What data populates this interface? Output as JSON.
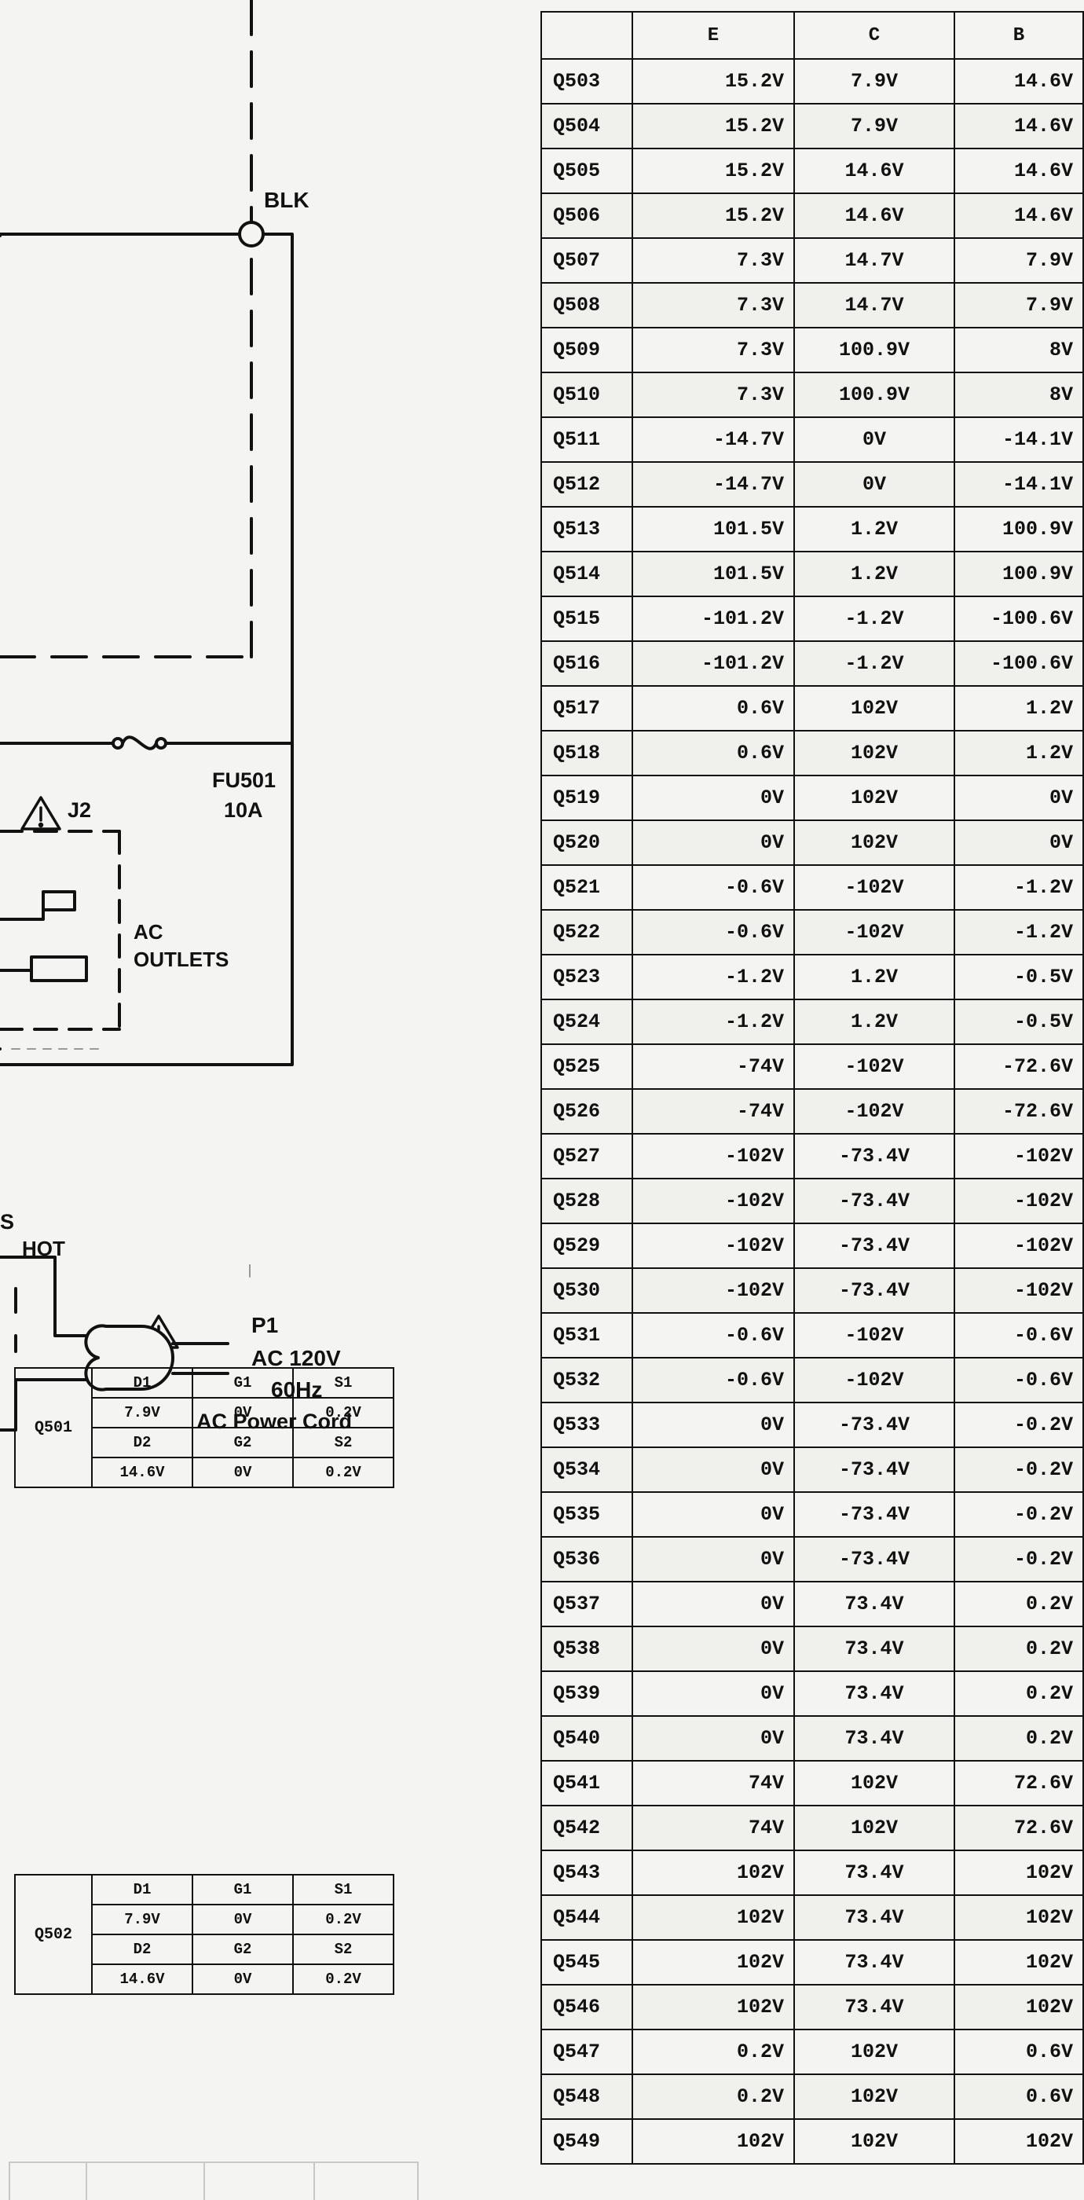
{
  "schematic": {
    "blk": "BLK",
    "fuse_ref": "FU501",
    "fuse_rating": "10A",
    "jack_ref": "J2",
    "outlets_line1": "AC",
    "outlets_line2": "OUTLETS",
    "ts_fragment": "S",
    "hot": "HOT",
    "plug_ref": "P1",
    "plug_voltage": "AC 120V",
    "plug_freq": "60Hz",
    "power_cord": "AC Power Cord"
  },
  "voltage_table": {
    "headers": [
      "",
      "E",
      "C",
      "B"
    ],
    "rows": [
      [
        "Q503",
        "15.2V",
        "7.9V",
        "14.6V"
      ],
      [
        "Q504",
        "15.2V",
        "7.9V",
        "14.6V"
      ],
      [
        "Q505",
        "15.2V",
        "14.6V",
        "14.6V"
      ],
      [
        "Q506",
        "15.2V",
        "14.6V",
        "14.6V"
      ],
      [
        "Q507",
        "7.3V",
        "14.7V",
        "7.9V"
      ],
      [
        "Q508",
        "7.3V",
        "14.7V",
        "7.9V"
      ],
      [
        "Q509",
        "7.3V",
        "100.9V",
        "8V"
      ],
      [
        "Q510",
        "7.3V",
        "100.9V",
        "8V"
      ],
      [
        "Q511",
        "-14.7V",
        "0V",
        "-14.1V"
      ],
      [
        "Q512",
        "-14.7V",
        "0V",
        "-14.1V"
      ],
      [
        "Q513",
        "101.5V",
        "1.2V",
        "100.9V"
      ],
      [
        "Q514",
        "101.5V",
        "1.2V",
        "100.9V"
      ],
      [
        "Q515",
        "-101.2V",
        "-1.2V",
        "-100.6V"
      ],
      [
        "Q516",
        "-101.2V",
        "-1.2V",
        "-100.6V"
      ],
      [
        "Q517",
        "0.6V",
        "102V",
        "1.2V"
      ],
      [
        "Q518",
        "0.6V",
        "102V",
        "1.2V"
      ],
      [
        "Q519",
        "0V",
        "102V",
        "0V"
      ],
      [
        "Q520",
        "0V",
        "102V",
        "0V"
      ],
      [
        "Q521",
        "-0.6V",
        "-102V",
        "-1.2V"
      ],
      [
        "Q522",
        "-0.6V",
        "-102V",
        "-1.2V"
      ],
      [
        "Q523",
        "-1.2V",
        "1.2V",
        "-0.5V"
      ],
      [
        "Q524",
        "-1.2V",
        "1.2V",
        "-0.5V"
      ],
      [
        "Q525",
        "-74V",
        "-102V",
        "-72.6V"
      ],
      [
        "Q526",
        "-74V",
        "-102V",
        "-72.6V"
      ],
      [
        "Q527",
        "-102V",
        "-73.4V",
        "-102V"
      ],
      [
        "Q528",
        "-102V",
        "-73.4V",
        "-102V"
      ],
      [
        "Q529",
        "-102V",
        "-73.4V",
        "-102V"
      ],
      [
        "Q530",
        "-102V",
        "-73.4V",
        "-102V"
      ],
      [
        "Q531",
        "-0.6V",
        "-102V",
        "-0.6V"
      ],
      [
        "Q532",
        "-0.6V",
        "-102V",
        "-0.6V"
      ],
      [
        "Q533",
        "0V",
        "-73.4V",
        "-0.2V"
      ],
      [
        "Q534",
        "0V",
        "-73.4V",
        "-0.2V"
      ],
      [
        "Q535",
        "0V",
        "-73.4V",
        "-0.2V"
      ],
      [
        "Q536",
        "0V",
        "-73.4V",
        "-0.2V"
      ],
      [
        "Q537",
        "0V",
        "73.4V",
        "0.2V"
      ],
      [
        "Q538",
        "0V",
        "73.4V",
        "0.2V"
      ],
      [
        "Q539",
        "0V",
        "73.4V",
        "0.2V"
      ],
      [
        "Q540",
        "0V",
        "73.4V",
        "0.2V"
      ],
      [
        "Q541",
        "74V",
        "102V",
        "72.6V"
      ],
      [
        "Q542",
        "74V",
        "102V",
        "72.6V"
      ],
      [
        "Q543",
        "102V",
        "73.4V",
        "102V"
      ],
      [
        "Q544",
        "102V",
        "73.4V",
        "102V"
      ],
      [
        "Q545",
        "102V",
        "73.4V",
        "102V"
      ],
      [
        "Q546",
        "102V",
        "73.4V",
        "102V"
      ],
      [
        "Q547",
        "0.2V",
        "102V",
        "0.6V"
      ],
      [
        "Q548",
        "0.2V",
        "102V",
        "0.6V"
      ],
      [
        "Q549",
        "102V",
        "102V",
        "102V"
      ]
    ]
  },
  "fet_tables": [
    {
      "device": "Q501",
      "rows": [
        [
          "D1",
          "G1",
          "S1"
        ],
        [
          "7.9V",
          "0V",
          "0.2V"
        ],
        [
          "D2",
          "G2",
          "S2"
        ],
        [
          "14.6V",
          "0V",
          "0.2V"
        ]
      ]
    },
    {
      "device": "Q502",
      "rows": [
        [
          "D1",
          "G1",
          "S1"
        ],
        [
          "7.9V",
          "0V",
          "0.2V"
        ],
        [
          "D2",
          "G2",
          "S2"
        ],
        [
          "14.6V",
          "0V",
          "0.2V"
        ]
      ]
    }
  ]
}
